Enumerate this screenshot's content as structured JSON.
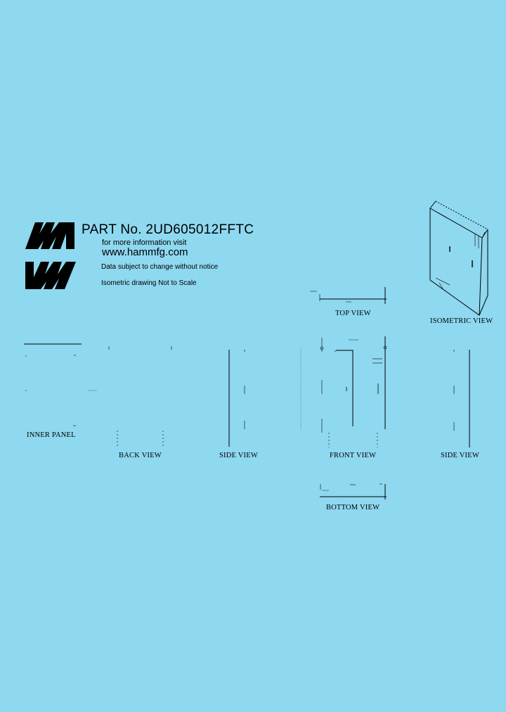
{
  "header": {
    "part_title": "PART No.  2UD605012FFTC",
    "info_line": "for more information visit",
    "url": "www.hammfg.com",
    "notice": "Data subject to change without notice",
    "iso_note": "Isometric drawing Not to Scale"
  },
  "logo": {
    "icon": "hammond-logo-icon",
    "color": "#000000"
  },
  "views": {
    "top": "TOP VIEW",
    "isometric": "ISOMETRIC VIEW",
    "inner_panel": "INNER PANEL",
    "back": "BACK VIEW",
    "side_left": "SIDE VIEW",
    "front": "FRONT VIEW",
    "side_right": "SIDE VIEW",
    "bottom": "BOTTOM VIEW"
  },
  "colors": {
    "background": "#8ed8f0",
    "ink": "#000000"
  }
}
